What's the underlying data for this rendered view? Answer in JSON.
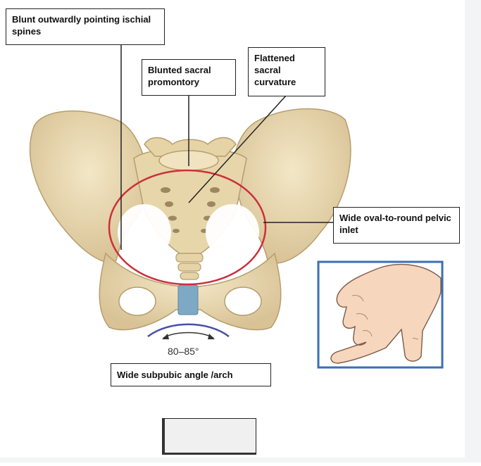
{
  "labels": {
    "ischial_spines": "Blunt outwardly pointing ischial spines",
    "sacral_promontory": "Blunted sacral promontory",
    "sacral_curvature": "Flattened sacral curvature",
    "pelvic_inlet": "Wide oval-to-round pelvic inlet",
    "subpubic_angle": "Wide subpubic angle /arch"
  },
  "angle_value": "80–85°",
  "colors": {
    "bone": "#ecdcb4",
    "bone_shadow": "#cdb88a",
    "inlet_outline": "#cc2f3a",
    "pubic_symphysis": "#7ea9c4",
    "arch_line": "#4a4fa8",
    "hand_skin": "#f6d6bd",
    "hand_frame": "#3b6fb6"
  }
}
